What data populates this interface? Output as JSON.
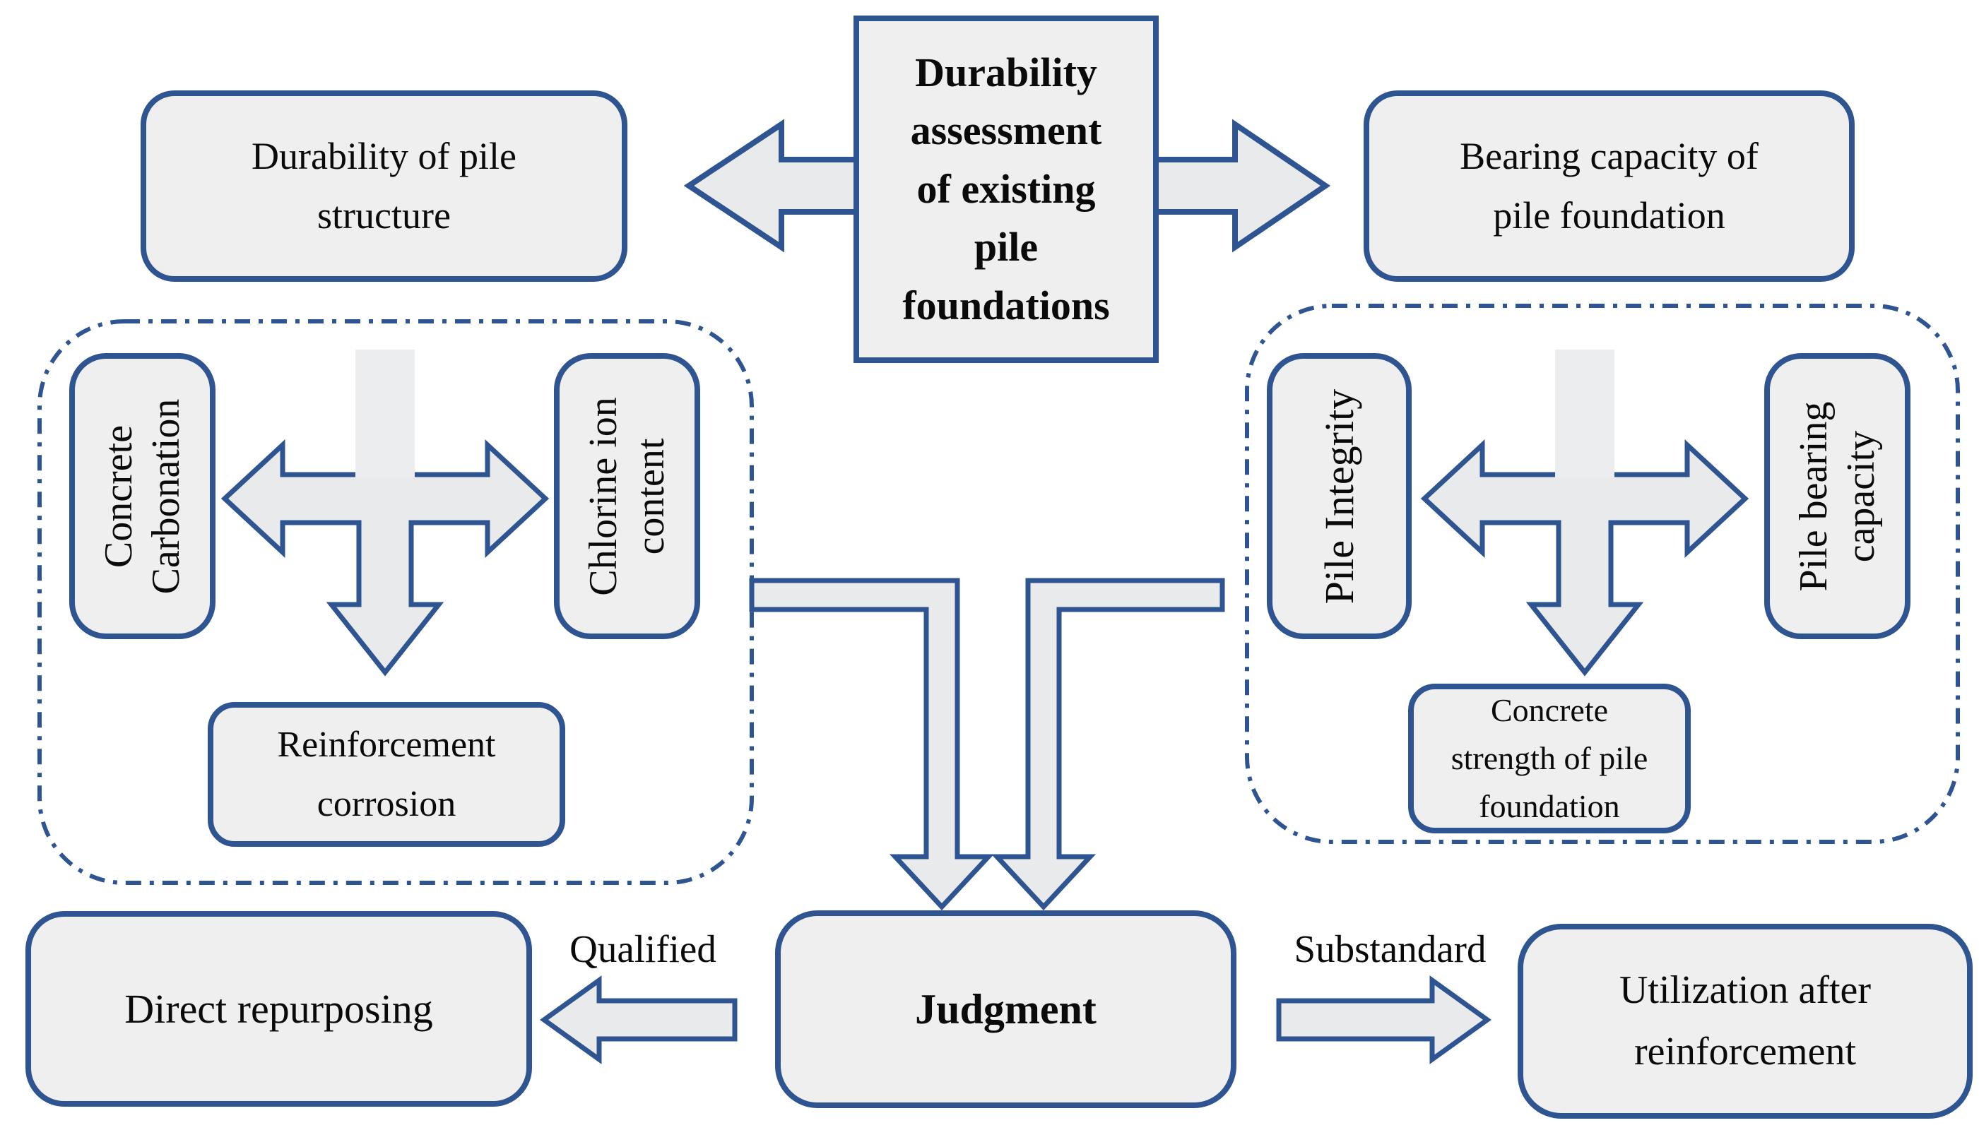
{
  "palette": {
    "border_blue": "#2e5591",
    "dash_blue": "#2e5591",
    "box_fill": "#efeff0",
    "arrow_fill": "#e9eaec",
    "text": "#0a0a0a"
  },
  "nodes": {
    "center_title": {
      "lines": [
        "Durability",
        "assessment",
        "of existing",
        "pile",
        "foundations"
      ]
    },
    "durability_structure": {
      "lines": [
        "Durability of pile",
        "structure"
      ]
    },
    "bearing_capacity": {
      "lines": [
        "Bearing capacity of",
        "pile foundation"
      ]
    },
    "concrete_carbonation": {
      "lines": [
        "Concrete",
        "Carbonation"
      ]
    },
    "chlorine_ion": {
      "lines": [
        "Chlorine ion",
        "content"
      ]
    },
    "reinforcement_corrosion": {
      "lines": [
        "Reinforcement",
        "corrosion"
      ]
    },
    "pile_integrity": {
      "label": "Pile Integrity"
    },
    "pile_bearing_capacity": {
      "lines": [
        "Pile bearing",
        "capacity"
      ]
    },
    "concrete_strength": {
      "lines": [
        "Concrete",
        "strength of pile",
        "foundation"
      ]
    },
    "direct_repurposing": {
      "label": "Direct repurposing"
    },
    "judgment": {
      "label": "Judgment"
    },
    "utilization": {
      "lines": [
        "Utilization after",
        "reinforcement"
      ]
    }
  },
  "edge_labels": {
    "qualified": "Qualified",
    "substandard": "Substandard"
  }
}
